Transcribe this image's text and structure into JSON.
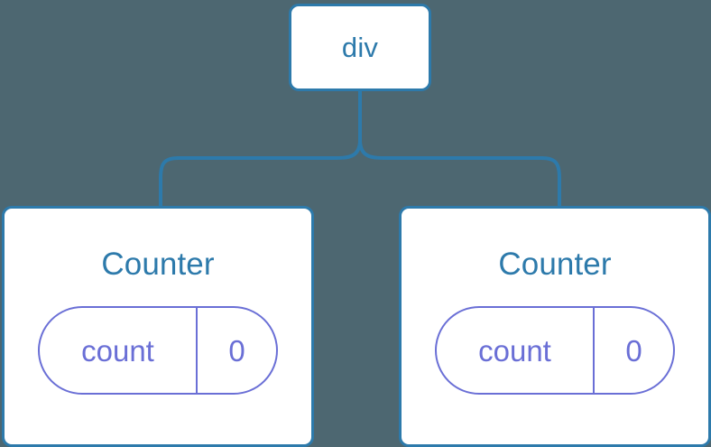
{
  "diagram": {
    "type": "component-tree",
    "background_color": "#4d6771",
    "node_border_color": "#2d7aab",
    "node_fill_color": "#ffffff",
    "node_label_color": "#2d7aab",
    "state_pill_color": "#6a6fd6",
    "connector_color": "#2d7aab",
    "root": {
      "label": "div"
    },
    "children": [
      {
        "label": "Counter",
        "state": {
          "key": "count",
          "value": "0"
        }
      },
      {
        "label": "Counter",
        "state": {
          "key": "count",
          "value": "0"
        }
      }
    ]
  }
}
